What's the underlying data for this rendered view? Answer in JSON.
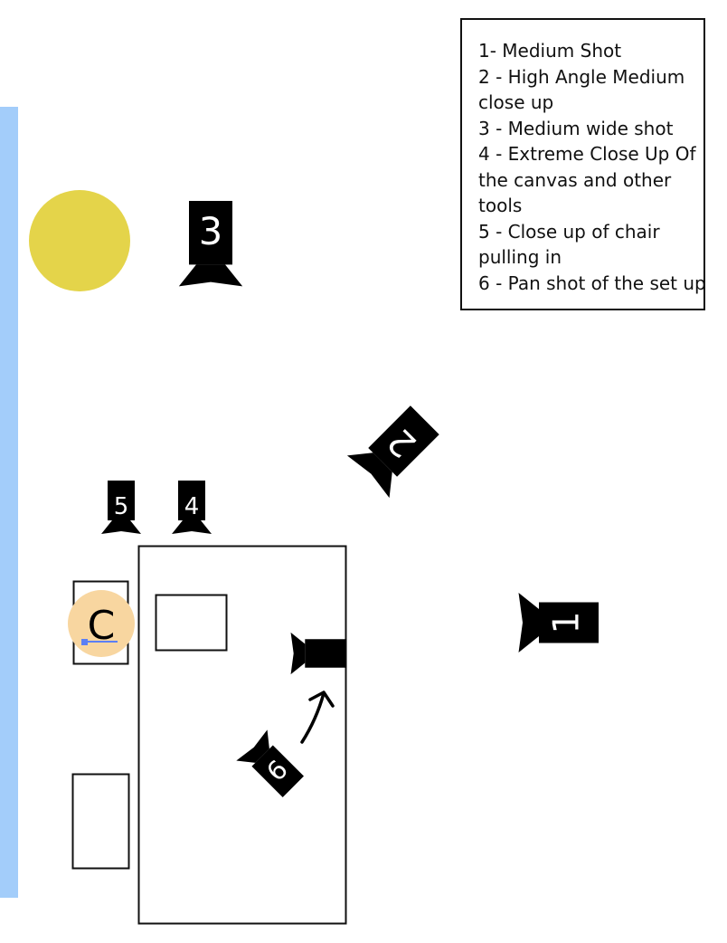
{
  "legend": {
    "items": [
      "1- Medium Shot",
      "2 - High Angle Medium close up",
      "3 - Medium wide shot",
      "4 - Extreme Close Up Of the canvas and other tools",
      "5 - Close up of chair pulling in",
      "6 - Pan shot of the set up"
    ]
  },
  "cameras": {
    "c1": "1",
    "c2": "2",
    "c3": "3",
    "c4": "4",
    "c5": "5",
    "c6": "6"
  },
  "chair_label": "C",
  "colors": {
    "wall": "#a3cdfa",
    "light": "#e4d44a",
    "chair": "#f8d6a0",
    "selection": "#5b7ff5"
  }
}
